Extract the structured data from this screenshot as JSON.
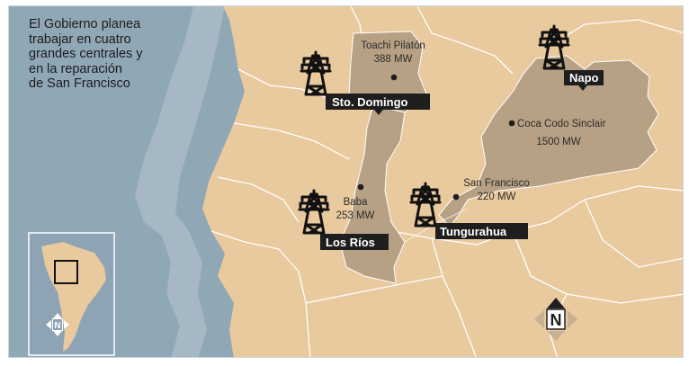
{
  "intro": {
    "lines": [
      "El Gobierno planea",
      "trabajar en cuatro",
      "grandes centrales y",
      "en la reparación",
      "de San Francisco"
    ]
  },
  "plants": [
    {
      "name": "Toachi Pilatón",
      "capacity": "388 MW"
    },
    {
      "name": "Coca Codo Sinclair",
      "capacity": "1500 MW"
    },
    {
      "name": "Baba",
      "capacity": "253 MW"
    },
    {
      "name": "San Francisco",
      "capacity": "220 MW"
    }
  ],
  "provinces": [
    "Sto. Domingo",
    "Napo",
    "Los Ríos",
    "Tungurahua"
  ],
  "compass": {
    "letter": "N"
  },
  "inset": {
    "compass_letter": "N"
  },
  "colors": {
    "sea": "#90a7b6",
    "land": "#e9c99e",
    "highlight_region": "#b7a184",
    "border": "#ffffff",
    "tag_bg": "#1e1e1e",
    "inset_bg": "#8ea3b3"
  },
  "icons": {
    "plant": "power-tower-icon",
    "compass": "compass-icon"
  }
}
